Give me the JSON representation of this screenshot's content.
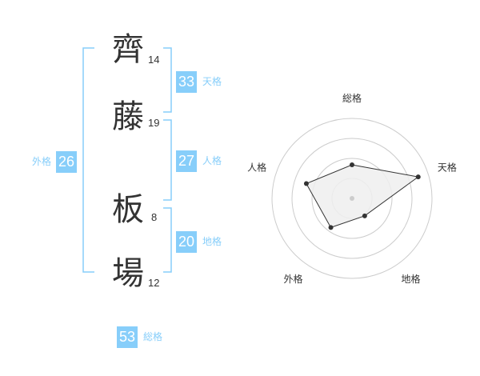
{
  "name": {
    "characters": [
      {
        "char": "齊",
        "strokes": "14"
      },
      {
        "char": "藤",
        "strokes": "19"
      },
      {
        "char": "板",
        "strokes": "8"
      },
      {
        "char": "場",
        "strokes": "12"
      }
    ]
  },
  "fortune": {
    "tenkaku": {
      "value": "33",
      "label": "天格"
    },
    "jinkaku": {
      "value": "27",
      "label": "人格"
    },
    "chikaku": {
      "value": "20",
      "label": "地格"
    },
    "gaikaku": {
      "value": "26",
      "label": "外格"
    },
    "soukaku": {
      "value": "53",
      "label": "総格"
    }
  },
  "colors": {
    "accent": "#87cefa",
    "text": "#333333",
    "grid": "#cccccc",
    "polygon_fill": "#eeeeee",
    "point": "#333333"
  },
  "chart_data": {
    "type": "radar",
    "axes": [
      "総格",
      "天格",
      "地格",
      "外格",
      "人格"
    ],
    "values": [
      0.42,
      0.87,
      0.27,
      0.45,
      0.6
    ],
    "range": [
      0,
      1
    ],
    "rings": 4,
    "grid": true
  }
}
